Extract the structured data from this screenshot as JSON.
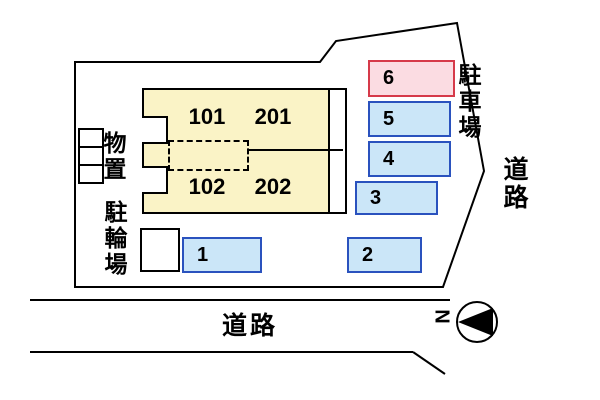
{
  "building": {
    "units": [
      "101",
      "201",
      "102",
      "202"
    ]
  },
  "parking": {
    "area_label": "駐車場",
    "spaces": [
      {
        "number": "1",
        "highlighted": false
      },
      {
        "number": "2",
        "highlighted": false
      },
      {
        "number": "3",
        "highlighted": false
      },
      {
        "number": "4",
        "highlighted": false
      },
      {
        "number": "5",
        "highlighted": false
      },
      {
        "number": "6",
        "highlighted": true
      }
    ]
  },
  "storage_label": "物置",
  "bicycle_label": "駐輪場",
  "roads": {
    "right_label": "道路",
    "bottom_label": "道路"
  },
  "compass": {
    "label": "N"
  },
  "colors": {
    "building_fill": "#FAF3C6",
    "parking_fill": "#CBE6F8",
    "parking_border": "#2A52BE",
    "highlight_fill": "#FBDCE2",
    "highlight_border": "#D63A4A",
    "line": "#000000"
  }
}
